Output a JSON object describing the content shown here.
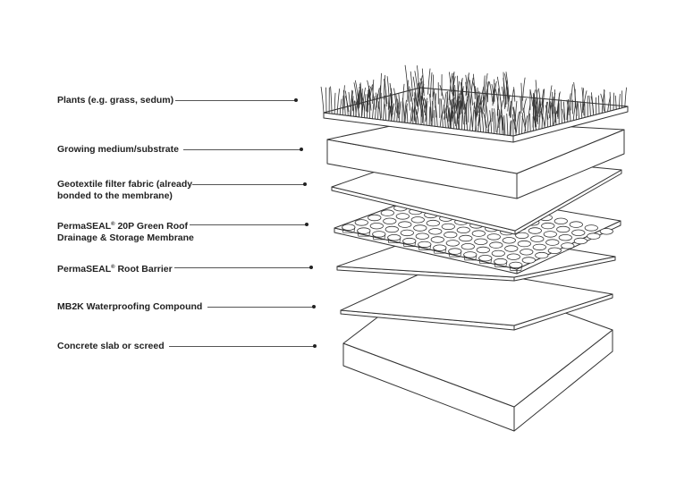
{
  "diagram": {
    "layers": [
      {
        "id": "plants",
        "label": "Plants (e.g. grass, sedum)"
      },
      {
        "id": "substrate",
        "label": "Growing medium/substrate"
      },
      {
        "id": "geotextile",
        "label_line1": "Geotextile filter fabric (already",
        "label_line2": "bonded to the membrane)"
      },
      {
        "id": "drainage",
        "label_brand": "PermaSEAL",
        "label_mark": "®",
        "label_rest": " 20P Green Roof",
        "label_line2": "Drainage & Storage Membrane"
      },
      {
        "id": "root-barrier",
        "label_brand": "PermaSEAL",
        "label_mark": "®",
        "label_rest": " Root Barrier"
      },
      {
        "id": "waterproofing",
        "label": "MB2K Waterproofing Compound"
      },
      {
        "id": "concrete",
        "label": "Concrete slab or screed"
      }
    ],
    "colors": {
      "stroke": "#333333",
      "fill": "#ffffff",
      "text": "#222222"
    }
  }
}
